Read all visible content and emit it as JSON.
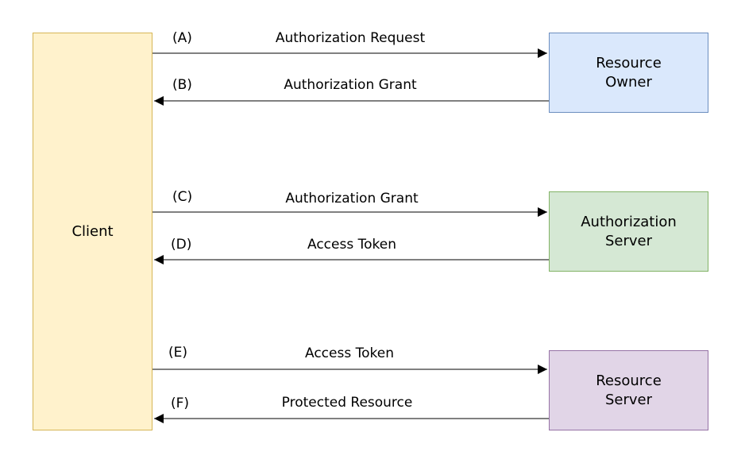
{
  "nodes": {
    "client": "Client",
    "resource_owner": "Resource\nOwner",
    "authorization_server": "Authorization\nServer",
    "resource_server": "Resource\nServer"
  },
  "messages": [
    {
      "step": "(A)",
      "label": "Authorization Request",
      "direction": "to-right"
    },
    {
      "step": "(B)",
      "label": "Authorization Grant",
      "direction": "to-left"
    },
    {
      "step": "(C)",
      "label": "Authorization Grant",
      "direction": "to-right"
    },
    {
      "step": "(D)",
      "label": "Access Token",
      "direction": "to-left"
    },
    {
      "step": "(E)",
      "label": "Access Token",
      "direction": "to-right"
    },
    {
      "step": "(F)",
      "label": "Protected Resource",
      "direction": "to-left"
    }
  ]
}
